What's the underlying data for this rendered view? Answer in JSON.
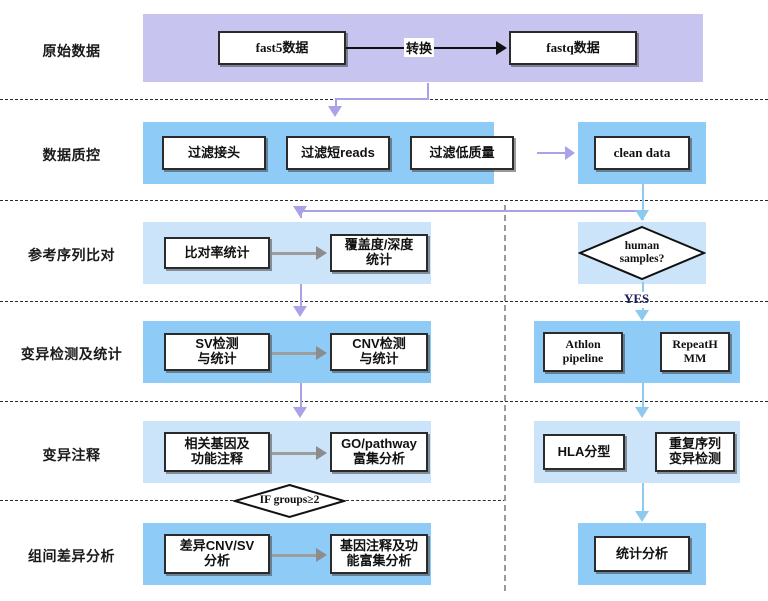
{
  "title": "Nanopore sequencing bioinformatics analysis pipeline flowchart",
  "lanes": [
    {
      "id": "raw-data",
      "label": "原始数据"
    },
    {
      "id": "data-qc",
      "label": "数据质控"
    },
    {
      "id": "reference-align",
      "label": "参考序列比对"
    },
    {
      "id": "variant-calling",
      "label": "变异检测及统计"
    },
    {
      "id": "variant-annot",
      "label": "变异注释"
    },
    {
      "id": "group-diff",
      "label": "组间差异分析"
    }
  ],
  "boxes": {
    "fast5": "fast5数据",
    "fastq": "fastq数据",
    "filter_adapter": "过滤接头",
    "filter_short_reads": "过滤短reads",
    "filter_low_quality": "过滤低质量",
    "clean_data": "clean data",
    "align_rate_stat": "比对率统计",
    "coverage_depth_stat_line1": "覆盖度/深度",
    "coverage_depth_stat_line2": "统计",
    "sv_detect_line1": "SV检测",
    "sv_detect_line2": "与统计",
    "cnv_detect_line1": "CNV检测",
    "cnv_detect_line2": "与统计",
    "athlon_line1": "Athlon",
    "athlon_line2": "pipeline",
    "repeathmm_line1": "RepeatH",
    "repeathmm_line2": "MM",
    "gene_func_annot_line1": "相关基因及",
    "gene_func_annot_line2": "功能注释",
    "go_pathway_line1": "GO/pathway",
    "go_pathway_line2": "富集分析",
    "hla_typing": "HLA分型",
    "repeat_variant_line1": "重复序列",
    "repeat_variant_line2": "变异检测",
    "diff_cnvsv_line1": "差异CNV/SV",
    "diff_cnvsv_line2": "分析",
    "gene_annot_enrich_line1": "基因注释及功",
    "gene_annot_enrich_line2": "能富集分析",
    "stat_analysis": "统计分析"
  },
  "diamonds": {
    "human_samples_line1": "human",
    "human_samples_line2": "samples?",
    "if_groups": "IF groups≥2"
  },
  "edge_labels": {
    "convert": "转换",
    "yes": "YES"
  },
  "colors": {
    "band_purple": "#c8c4f0",
    "band_blue": "#8ecbf7",
    "band_lightblue": "#cce4fa",
    "connector_purple": "#a9a2e8",
    "connector_lightblue": "#8ec9f0",
    "connector_gray": "#8c8c8c",
    "box_border": "#2b2b2b",
    "lane_divider": "#2b2b2b",
    "column_divider": "#9a9a9a"
  }
}
